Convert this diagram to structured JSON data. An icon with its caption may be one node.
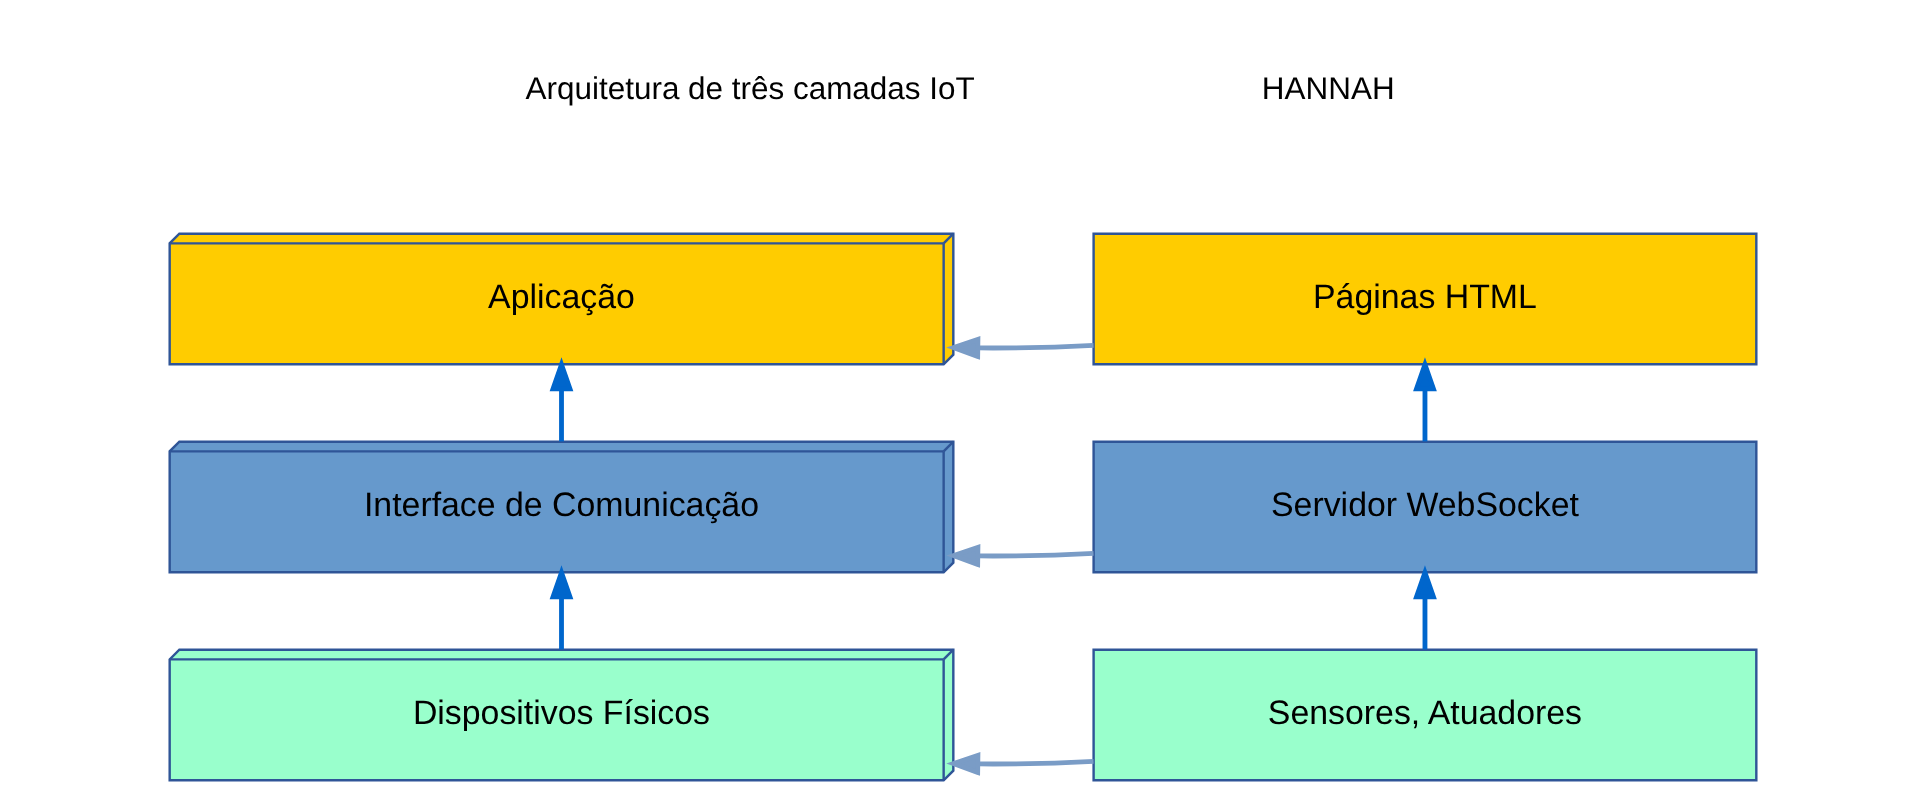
{
  "diagram": {
    "nodes": [
      {
        "text": [
          "Aplicação"
        ]
      },
      {
        "text": [
          "Interface de Comunicação"
        ]
      },
      {
        "text": [
          "Dispositivos Físicos"
        ]
      },
      {
        "text": [
          "Páginas HTML"
        ]
      },
      {
        "text": [
          "Servidor WebSocket"
        ]
      },
      {
        "text": [
          "Sensores, Atuadores"
        ]
      }
    ],
    "edges": [
      {
        "from": 2,
        "to": 1,
        "arrow": "to"
      },
      {
        "from": 1,
        "to": 0,
        "arrow": "to"
      },
      {
        "from": 5,
        "to": 4,
        "arrow": "to"
      },
      {
        "from": 4,
        "to": 3,
        "arrow": "to"
      },
      {
        "from": 3,
        "to": 0,
        "arrow": "to",
        "color": "#7a9cc6"
      },
      {
        "from": 4,
        "to": 1,
        "arrow": "to",
        "color": "#7a9cc6"
      },
      {
        "from": 5,
        "to": 2,
        "arrow": "to",
        "color": "#7a9cc6"
      }
    ],
    "labels": [
      "Arquitetura de três camadas IoT",
      "HANNAH"
    ]
  }
}
